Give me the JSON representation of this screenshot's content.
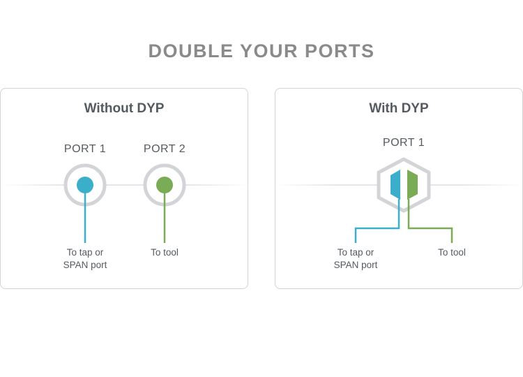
{
  "title": "DOUBLE YOUR PORTS",
  "without": {
    "title": "Without DYP",
    "port1_label": "PORT 1",
    "port2_label": "PORT 2",
    "tap_label_line1": "To tap or",
    "tap_label_line2": "SPAN port",
    "tool_label": "To tool"
  },
  "with": {
    "title": "With DYP",
    "port_label": "PORT 1",
    "tap_label_line1": "To tap or",
    "tap_label_line2": "SPAN port",
    "tool_label": "To tool"
  },
  "colors": {
    "tap": "#3aaecb",
    "tool": "#7aab55",
    "ring": "#d2d4d7"
  }
}
